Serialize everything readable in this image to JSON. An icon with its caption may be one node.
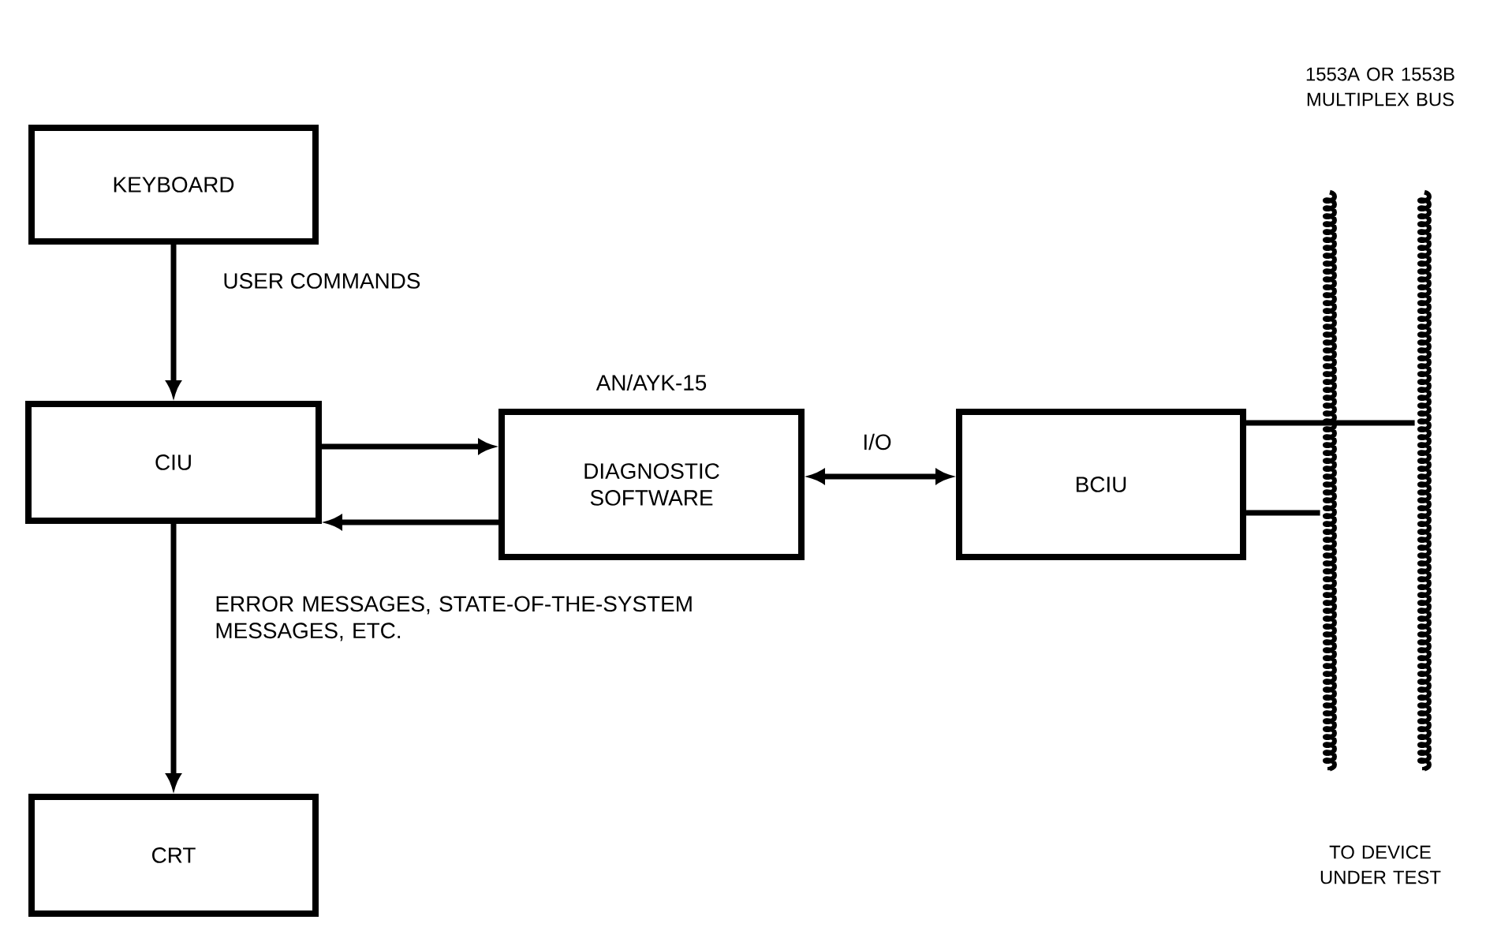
{
  "diagram": {
    "nodes": [
      {
        "text": [
          "KEYBOARD"
        ]
      },
      {
        "text": [
          "CIU"
        ]
      },
      {
        "text": [
          "AN/AYK-15",
          "DIAGNOSTIC SOFTWARE"
        ]
      },
      {
        "text": [
          "BCIU"
        ]
      },
      {
        "text": [
          "CRT"
        ]
      },
      {
        "text": [],
        "shape": "cable"
      },
      {
        "text": [],
        "shape": "cable"
      }
    ],
    "edges": [
      {
        "from": 0,
        "to": 1,
        "arrow": "to",
        "label": "USER COMMANDS"
      },
      {
        "from": 1,
        "to": 2,
        "arrow": "to"
      },
      {
        "from": 2,
        "to": 1,
        "arrow": "to"
      },
      {
        "from": 2,
        "to": 3,
        "arrow": "both",
        "label": "I/O"
      },
      {
        "from": 1,
        "to": 4,
        "arrow": "to",
        "label": "ERROR MESSAGES, STATE-OF-THE-SYSTEM MESSAGES, ETC."
      },
      {
        "from": 3,
        "to": 6,
        "arrow": "none"
      },
      {
        "from": 3,
        "to": 5,
        "arrow": "none"
      }
    ],
    "labels": [
      "1553A OR 1553B MULTIPLEX BUS",
      "TO DEVICE UNDER TEST"
    ]
  }
}
